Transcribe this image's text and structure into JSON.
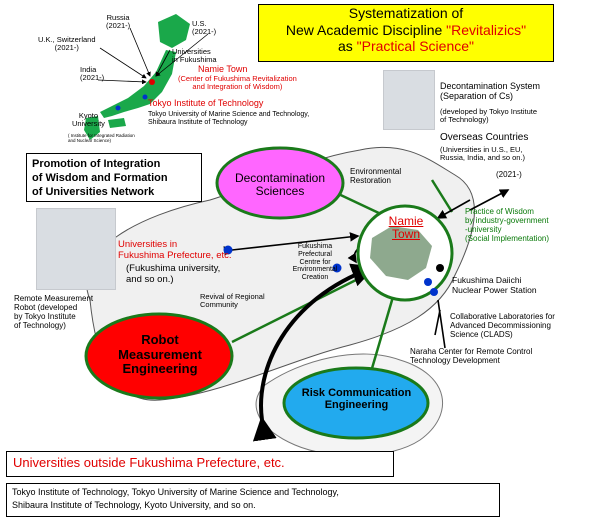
{
  "colors": {
    "title_bg": "#ffff00",
    "decon_ellipse": "#ff66ff",
    "robot_ellipse": "#ff0000",
    "risk_ellipse": "#22aaee",
    "green_line": "#1a7a1a",
    "red_text": "#e00000",
    "green_text": "#0a7a0a",
    "map_land": "#1aa84a"
  },
  "title": {
    "line1": "Systematization of",
    "line2_prefix": "New Academic Discipline ",
    "line2_quote": "\"Revitalizics\"",
    "line3_prefix": "as ",
    "line3_quote": "\"Practical Science\""
  },
  "map": {
    "russia": "Russia",
    "russia_year": "(2021-)",
    "us": "U.S.",
    "us_year": "(2021-)",
    "uk": "U.K., Switzerland",
    "uk_year": "(2021-)",
    "universities_fukushima": "Universities\nin Fukushima",
    "india": "India",
    "india_year": "(2021-)",
    "namie": "Namie Town",
    "namie_center": "(Center of Fukushima Revitalization\nand Integration of Wisdom)",
    "titech": "Tokyo Institute of Technology",
    "tokyo_others": "Tokyo University of Marine Science and Technology,\nShibaura Institute of Technology",
    "kyoto": "Kyoto\nUniversity",
    "kyoto_note": "( Institute for Integrated Radiation\nand Nuclear Science)"
  },
  "decon_system": {
    "title": "Decontamination System\n(Separation of Cs)",
    "developer": "(developed by Tokyo Institute\nof Technology)"
  },
  "overseas": {
    "title": "Overseas Countries",
    "detail": "(Universities in U.S., EU,\nRussia, India, and so on.)",
    "year": "(2021-)"
  },
  "promotion_box": "Promotion of Integration\nof Wisdom and Formation\nof Universities Network",
  "decontamination_sciences": "Decontamination\nSciences",
  "environmental_restoration": "Environmental\nRestoration",
  "namie_center_label": "Namie\nTown",
  "wisdom_practice": "Practice of Wisdom\nby industry-government\n-university\n(Social Implementation)",
  "universities_fukushima_pref": "Universities in\nFukushima Prefecture, etc.",
  "fukushima_univ": "(Fukushima university,\nand so on.)",
  "fukushima_centre": "Fukushima\nPrefectural\nCentre for\nEnvironmental\nCreation",
  "daiichi": "Fukushima Daiichi\nNuclear Power Station",
  "revival": "Revival of Regional\nCommunity",
  "remote_robot": "Remote Measurement\nRobot (developed\nby Tokyo Institute\nof Technology)",
  "robot_engineering": "Robot\nMeasurement\nEngineering",
  "clads": "Collaborative Laboratories for\nAdvanced Decommissioning\nScience (CLADS)",
  "naraha": "Naraha Center for Remote Control\nTechnology Development",
  "risk_communication": "Risk Communication\nEngineering",
  "outside_universities": "Universities outside Fukushima Prefecture, etc.",
  "outside_list": "Tokyo Institute of Technology, Tokyo University of Marine Science and Technology,\nShibaura Institute of Technology, Kyoto University, and so on."
}
